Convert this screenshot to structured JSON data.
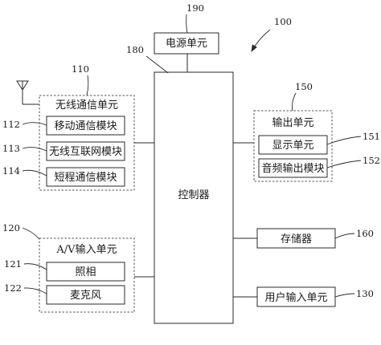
{
  "power": {
    "label": "电源单元",
    "ref": "190"
  },
  "system": {
    "ref": "100"
  },
  "bus": {
    "ref": "180"
  },
  "controller": {
    "label": "控制器"
  },
  "wireless": {
    "title": "无线通信单元",
    "ref": "110",
    "modules": [
      {
        "label": "移动通信模块",
        "ref": "112"
      },
      {
        "label": "无线互联网模块",
        "ref": "113"
      },
      {
        "label": "短程通信模块",
        "ref": "114"
      }
    ]
  },
  "av": {
    "title": "A/V输入单元",
    "ref": "120",
    "modules": [
      {
        "label": "照相",
        "ref": "121"
      },
      {
        "label": "麦克风",
        "ref": "122"
      }
    ]
  },
  "output": {
    "title": "输出单元",
    "ref": "150",
    "modules": [
      {
        "label": "显示单元",
        "ref": "151"
      },
      {
        "label": "音频输出模块",
        "ref": "152"
      }
    ]
  },
  "storage": {
    "label": "存储器",
    "ref": "160"
  },
  "user_input": {
    "label": "用户输入单元",
    "ref": "130"
  }
}
